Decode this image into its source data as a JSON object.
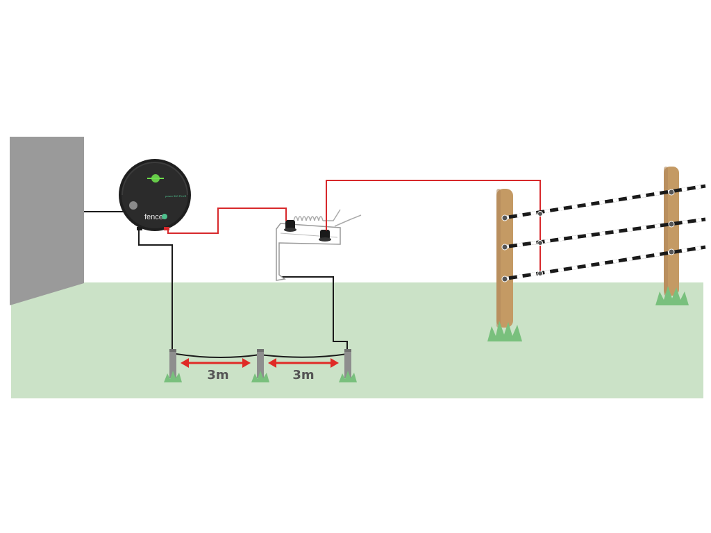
{
  "energiser": {
    "brand": "fence",
    "model_text": "power 300 PLUS"
  },
  "dimensions": {
    "spacing_1": "3m",
    "spacing_2": "3m"
  },
  "colors": {
    "ground": "#cbe2c7",
    "wall": "#9a9a9a",
    "live_wire": "#d7282b",
    "earth_wire": "#1a1a1a",
    "post": "#c49a64",
    "arrow": "#e02a26",
    "grass": "#79c07d",
    "led": "#6ddc4c"
  }
}
